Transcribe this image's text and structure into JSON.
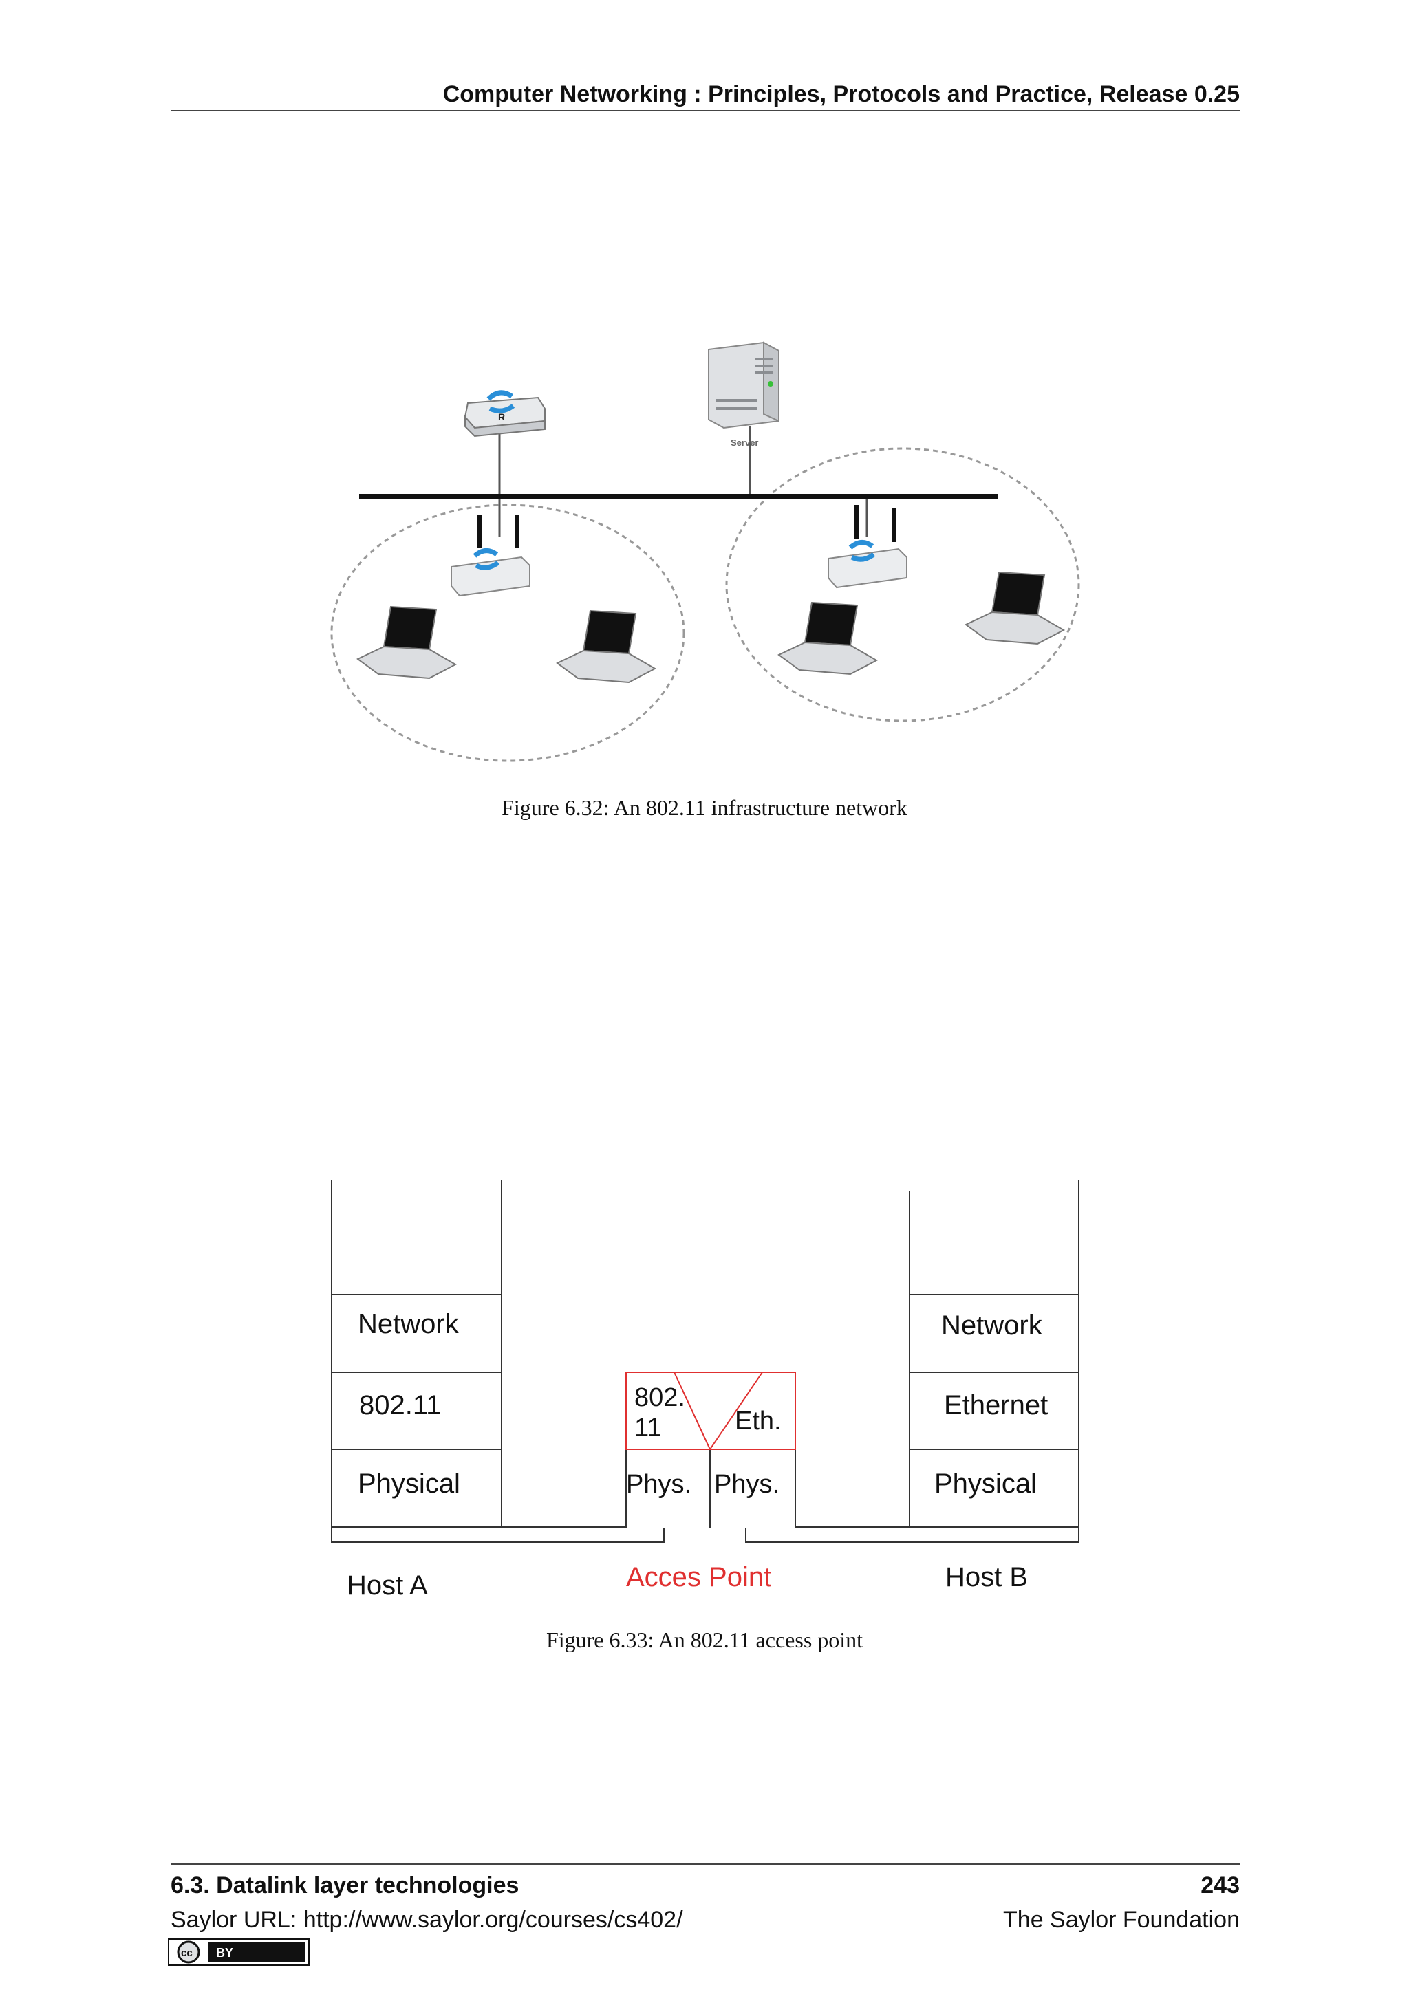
{
  "header": {
    "running_title": "Computer Networking : Principles, Protocols and Practice, Release 0.25"
  },
  "figure_6_32": {
    "caption": "Figure 6.32: An 802.11 infrastructure network",
    "router_label": "R",
    "server_label": "Server"
  },
  "figure_6_33": {
    "caption": "Figure 6.33: An 802.11 access point",
    "host_a": {
      "label": "Host A",
      "layers": [
        "Network",
        "802.11",
        "Physical"
      ]
    },
    "access_point": {
      "label": "Acces Point",
      "wifi_layer": [
        "802.",
        "11"
      ],
      "eth_layer": "Eth.",
      "phys_left": "Phys.",
      "phys_right": "Phys."
    },
    "host_b": {
      "label": "Host B",
      "layers": [
        "Network",
        "Ethernet",
        "Physical"
      ]
    },
    "accent_color": "#e03030"
  },
  "footer": {
    "section": "6.3.  Datalink layer technologies",
    "page_number": "243",
    "url": "Saylor URL: http://www.saylor.org/courses/cs402/",
    "publisher": "The Saylor Foundation",
    "license_badge": "BY"
  }
}
